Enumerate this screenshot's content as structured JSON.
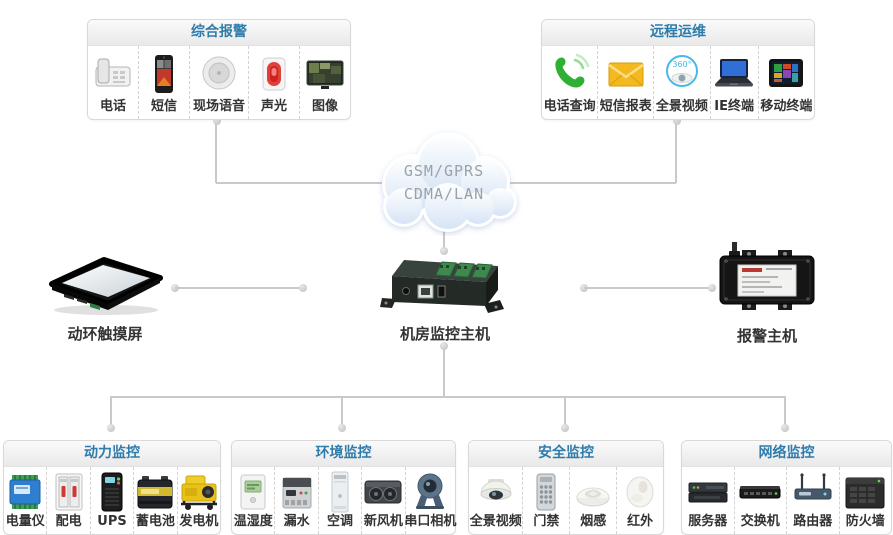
{
  "colors": {
    "group_title": "#2e7cab",
    "connector": "#c9c9c9",
    "cloud_text": "#9aa2a8",
    "label": "#333333"
  },
  "cloud": {
    "lines": [
      "GSM/GPRS",
      "CDMA/LAN"
    ]
  },
  "devices": {
    "touchscreen": {
      "label": "动环触摸屏"
    },
    "host": {
      "label": "机房监控主机"
    },
    "alarm_host": {
      "label": "报警主机"
    }
  },
  "groups": {
    "alarm": {
      "title": "综合报警",
      "items": [
        {
          "label": "电话",
          "icon": "desk-phone"
        },
        {
          "label": "短信",
          "icon": "mobile-phone"
        },
        {
          "label": "现场语音",
          "icon": "ceiling-speaker"
        },
        {
          "label": "声光",
          "icon": "sound-light-alarm"
        },
        {
          "label": "图像",
          "icon": "image-monitor"
        }
      ]
    },
    "remote": {
      "title": "远程运维",
      "items": [
        {
          "label": "电话查询",
          "icon": "green-phone"
        },
        {
          "label": "短信报表",
          "icon": "envelope"
        },
        {
          "label": "全景视频",
          "icon": "pano-360"
        },
        {
          "label": "IE终端",
          "icon": "laptop"
        },
        {
          "label": "移动终端",
          "icon": "tablet"
        }
      ]
    },
    "power": {
      "title": "动力监控",
      "items": [
        {
          "label": "电量仪",
          "icon": "power-meter"
        },
        {
          "label": "配电",
          "icon": "distribution-breaker"
        },
        {
          "label": "UPS",
          "icon": "ups-tower"
        },
        {
          "label": "蓄电池",
          "icon": "battery"
        },
        {
          "label": "发电机",
          "icon": "generator"
        }
      ]
    },
    "environment": {
      "title": "环境监控",
      "items": [
        {
          "label": "温湿度",
          "icon": "temp-humidity-sensor"
        },
        {
          "label": "漏水",
          "icon": "water-leak-controller"
        },
        {
          "label": "空调",
          "icon": "air-conditioner"
        },
        {
          "label": "新风机",
          "icon": "fresh-air-unit"
        },
        {
          "label": "串口相机",
          "icon": "serial-camera"
        }
      ]
    },
    "security": {
      "title": "安全监控",
      "items": [
        {
          "label": "全景视频",
          "icon": "dome-camera"
        },
        {
          "label": "门禁",
          "icon": "access-keypad"
        },
        {
          "label": "烟感",
          "icon": "smoke-detector"
        },
        {
          "label": "红外",
          "icon": "infrared-sensor"
        }
      ]
    },
    "network": {
      "title": "网络监控",
      "items": [
        {
          "label": "服务器",
          "icon": "server"
        },
        {
          "label": "交换机",
          "icon": "network-switch"
        },
        {
          "label": "路由器",
          "icon": "router"
        },
        {
          "label": "防火墙",
          "icon": "firewall"
        }
      ]
    }
  }
}
